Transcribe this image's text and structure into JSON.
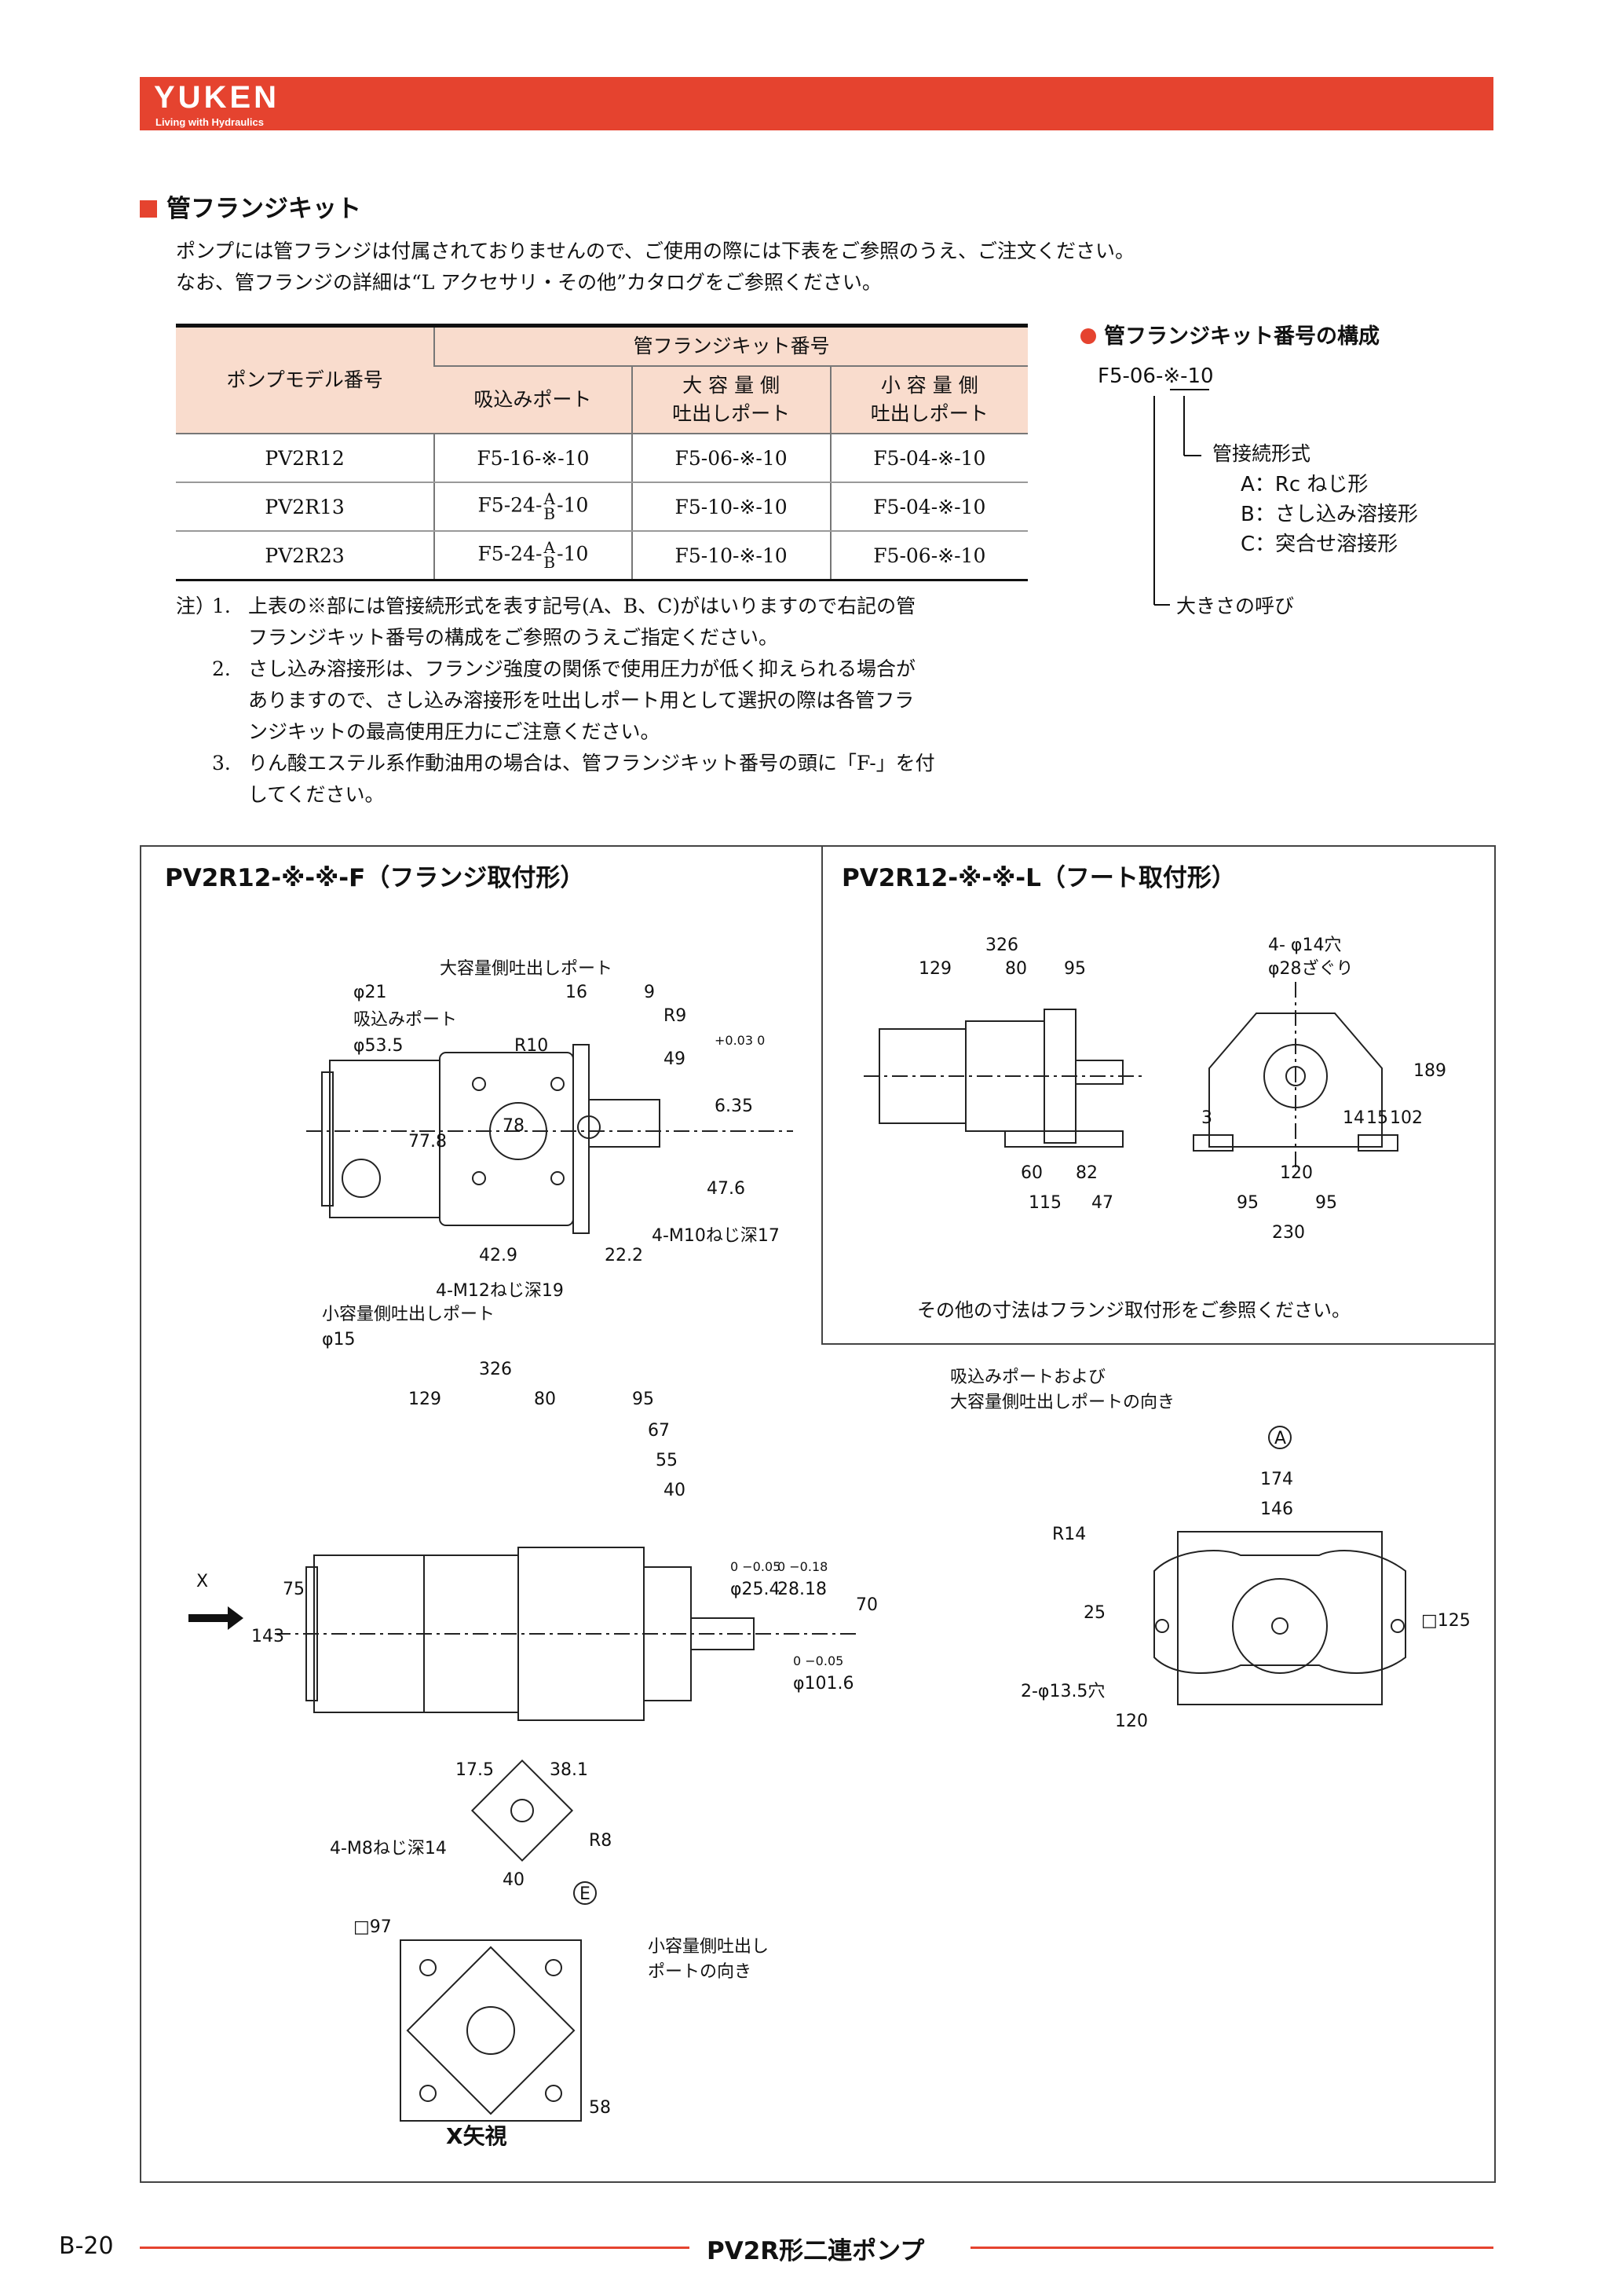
{
  "brand": {
    "logo": "YUKEN",
    "tagline": "Living with Hydraulics"
  },
  "section_title": "管フランジキット",
  "intro": [
    "ポンプには管フランジは付属されておりませんので、ご使用の際には下表をご参照のうえ、ご注文ください。",
    "なお、管フランジの詳細は“L アクセサリ・その他”カタログをご参照ください。"
  ],
  "table": {
    "header_model": "ポンプモデル番号",
    "header_group": "管フランジキット番号",
    "col_suction": "吸込みポート",
    "col_large_1": "大 容 量 側",
    "col_large_2": "吐出しポート",
    "col_small_1": "小 容 量 側",
    "col_small_2": "吐出しポート",
    "rows": [
      {
        "model": "PV2R12",
        "suction_pre": "F5-16-※-10",
        "frac_top": "",
        "frac_bottom": "",
        "suction_post": "",
        "large": "F5-06-※-10",
        "small": "F5-04-※-10"
      },
      {
        "model": "PV2R13",
        "suction_pre": "F5-24-",
        "frac_top": "A",
        "frac_bottom": "B",
        "suction_post": "-10",
        "large": "F5-10-※-10",
        "small": "F5-04-※-10"
      },
      {
        "model": "PV2R23",
        "suction_pre": "F5-24-",
        "frac_top": "A",
        "frac_bottom": "B",
        "suction_post": "-10",
        "large": "F5-10-※-10",
        "small": "F5-06-※-10"
      }
    ]
  },
  "notes": {
    "prefix": "注）",
    "items": [
      {
        "num": "1.",
        "lines": [
          "上表の※部には管接続形式を表す記号(A、B、C)がはいりますので右記の管",
          "フランジキット番号の構成をご参照のうえご指定ください。"
        ]
      },
      {
        "num": "2.",
        "lines": [
          "さし込み溶接形は、フランジ強度の関係で使用圧力が低く抑えられる場合が",
          "ありますので、さし込み溶接形を吐出しポート用として選択の際は各管フラ",
          "ンジキットの最高使用圧力にご注意ください。"
        ]
      },
      {
        "num": "3.",
        "lines": [
          "りん酸エステル系作動油用の場合は、管フランジキット番号の頭に「F-」を付",
          "してください。"
        ]
      }
    ]
  },
  "config": {
    "title": "管フランジキット番号の構成",
    "code": "F5-06-※-10",
    "conn_label": "管接続形式",
    "options": [
      "A：Rc ねじ形",
      "B：さし込み溶接形",
      "C：突合せ溶接形"
    ],
    "size_label": "大きさの呼び"
  },
  "views": {
    "flange_title": "PV2R12-※-※-F（フランジ取付形）",
    "foot_title": "PV2R12-※-※-L（フート取付形）",
    "foot_note": "その他の寸法はフランジ取付形をご参照ください。",
    "x_view_label": "X矢視"
  },
  "flange_dims": {
    "large_port": "大容量側吐出しポート",
    "large_dia": "φ21",
    "suction_port": "吸込みポート",
    "suction_dia": "φ53.5",
    "r10": "R10",
    "d16": "16",
    "d9": "9",
    "r9": "R9",
    "d49": "49",
    "d635": "6.35",
    "tol_635": "+0.03 0",
    "d78": "78",
    "d778": "77.8",
    "d476": "47.6",
    "m10": "4-M10ねじ深17",
    "d429": "42.9",
    "d222": "22.2",
    "m12": "4-M12ねじ深19",
    "small_port": "小容量側吐出しポート",
    "small_dia": "φ15"
  },
  "foot_dims": {
    "d326": "326",
    "d129": "129",
    "d80": "80",
    "d95": "95",
    "hole": "4- φ14穴",
    "cbore": "φ28ざぐり",
    "d189": "189",
    "d102": "102",
    "d15": "15",
    "d14": "14",
    "d3": "3",
    "d60": "60",
    "d82": "82",
    "d115": "115",
    "d47": "47",
    "d120": "120",
    "d95a": "95",
    "d95b": "95",
    "d230": "230"
  },
  "main_dims": {
    "d326": "326",
    "d129": "129",
    "d80": "80",
    "d95": "95",
    "d67": "67",
    "d55": "55",
    "d40": "40",
    "d254": "φ25.4",
    "tol_254": "0 −0.05",
    "d2818": "28.18",
    "tol_2818": "0 −0.18",
    "d1016": "φ101.6",
    "tol_1016": "0 −0.05",
    "d70": "70",
    "d75": "75",
    "d143": "143",
    "x": "X"
  },
  "front_dims": {
    "dir_label_1": "吸込みポートおよび",
    "dir_label_2": "大容量側吐出しポートの向き",
    "a": "A",
    "d174": "174",
    "d146": "146",
    "r14": "R14",
    "d25": "25",
    "d125": "□125",
    "holes": "2-φ13.5穴",
    "d120": "120"
  },
  "x_dims": {
    "d175": "17.5",
    "d381": "38.1",
    "m8": "4-M8ねじ深14",
    "r8": "R8",
    "d40": "40",
    "e": "E",
    "d97": "□97",
    "small_dir_1": "小容量側吐出し",
    "small_dir_2": "ポートの向き",
    "d58": "58"
  },
  "footer": {
    "page": "B-20",
    "title": "PV2R形二連ポンプ"
  }
}
